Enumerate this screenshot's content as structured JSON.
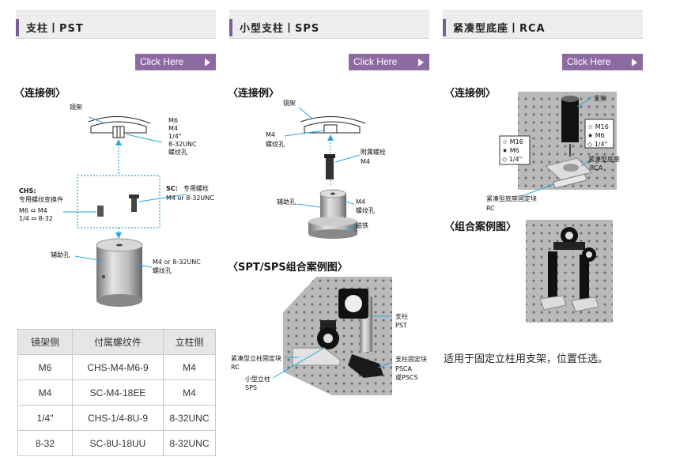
{
  "columns": [
    {
      "header": "支柱丨PST",
      "button": "Click Here"
    },
    {
      "header": "小型支柱丨SPS",
      "button": "Click Here"
    },
    {
      "header": "紧凑型底座丨RCA",
      "button": "Click Here"
    }
  ],
  "sections": {
    "connect1": "〈连接例〉",
    "connect2": "〈连接例〉",
    "connect3": "〈连接例〉",
    "combo_sps": "〈SPT/SPS组合案例图〉",
    "combo_rca": "〈组合案例图〉"
  },
  "diagram1": {
    "mirror_mount": "镜架",
    "m6": "M6",
    "m4": "M4",
    "quarter": "1/4\"",
    "unc": "8-32UNC",
    "screw_hole": "螺纹孔",
    "chs_title": "CHS:",
    "chs_desc": "专用螺纹变换件",
    "chs_l1": "M6 ⇔ M4",
    "chs_l2": "1/4 ⇔ 8-32",
    "sc_title": "SC:",
    "sc_desc": "专用螺栓",
    "sc_l1": "M4 or 8-32UNC",
    "aux_hole": "辅助孔",
    "bottom_l1": "M4 or 8-32UNC",
    "bottom_l2": "螺纹孔"
  },
  "diagram2": {
    "mirror_mount": "镜架",
    "m4": "M4",
    "screw_hole": "螺纹孔",
    "bolt": "附属螺栓",
    "bolt_m4": "M4",
    "aux_hole": "辅助孔",
    "m4b": "M4",
    "screw_hole2": "螺纹孔",
    "magnet": "磁铁"
  },
  "diagram3": {
    "post": "支架",
    "opt_a1": "☆ M16",
    "opt_a2": "★ M6",
    "opt_a3": "◇ 1/4\"",
    "opt_b1": "☆ M16",
    "opt_b2": "★ M6",
    "opt_b3": "◇ 1/4\"",
    "base": "紧凑型底座",
    "base_code": "RCA",
    "clamp": "紧凑型底座固定块",
    "clamp_code": "RC"
  },
  "combo_sps_labels": {
    "post": "支柱",
    "post_code": "PST",
    "clamp_rc": "紧凑型立柱固定块",
    "rc": "RC",
    "small_post": "小型立柱",
    "sps": "SPS",
    "post_clamp": "支柱固定块",
    "psca": "PSCA",
    "pscs": "或PSCS"
  },
  "table": {
    "headers": [
      "镜架侧",
      "付属螺纹件",
      "立柱侧"
    ],
    "rows": [
      [
        "M6",
        "CHS-M4-M6-9",
        "M4"
      ],
      [
        "M4",
        "SC-M4-18EE",
        "M4"
      ],
      [
        "1/4\"",
        "CHS-1/4-8U-9",
        "8-32UNC"
      ],
      [
        "8-32",
        "SC-8U-18UU",
        "8-32UNC"
      ]
    ]
  },
  "description": "适用于固定立柱用支架，位置任选。",
  "colors": {
    "accent": "#8e6aa3",
    "header_bar": "#7a5f96",
    "header_bg": "#ededed",
    "leader": "#2aa6e0"
  }
}
